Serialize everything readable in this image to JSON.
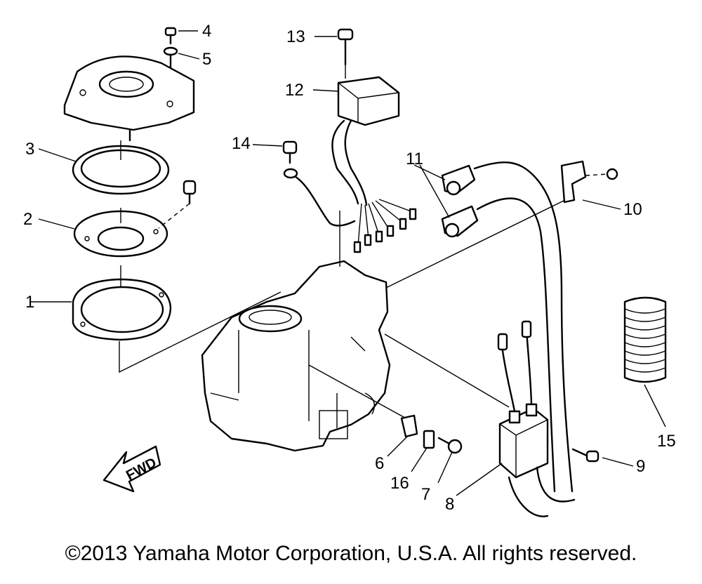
{
  "callouts": {
    "c1": "1",
    "c2": "2",
    "c3": "3",
    "c4": "4",
    "c5": "5",
    "c6": "6",
    "c7": "7",
    "c8": "8",
    "c9": "9",
    "c10": "10",
    "c11": "11",
    "c12": "12",
    "c13": "13",
    "c14": "14",
    "c15": "15",
    "c16": "16"
  },
  "fwd_label": "FWD",
  "copyright": "©2013 Yamaha Motor Corporation, U.S.A. All rights reserved."
}
